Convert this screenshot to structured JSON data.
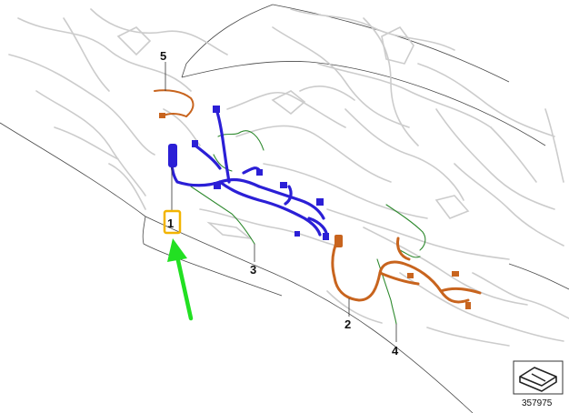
{
  "diagram": {
    "callouts": [
      {
        "id": "1",
        "label": "1",
        "highlighted": true
      },
      {
        "id": "2",
        "label": "2"
      },
      {
        "id": "3",
        "label": "3"
      },
      {
        "id": "4",
        "label": "4"
      },
      {
        "id": "5",
        "label": "5"
      }
    ],
    "reference_number": "357975",
    "colors": {
      "harness_main": "#2b1fd6",
      "harness_secondary": "#c8641e",
      "harness_minor": "#2f8a2f",
      "background_lines": "#cccccc",
      "highlight_box": "#f2b400",
      "arrow": "#22e022"
    }
  }
}
